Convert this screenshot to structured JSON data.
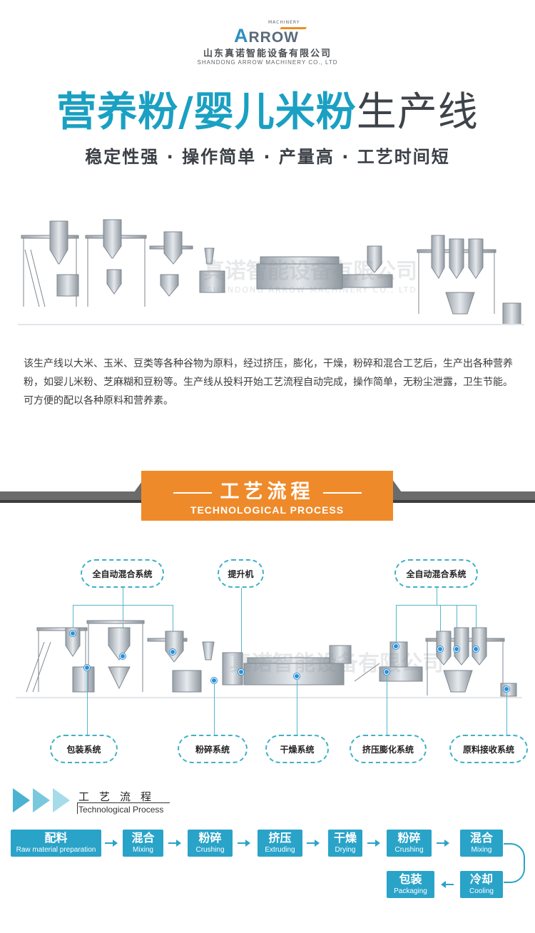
{
  "header": {
    "logo_small": "MACHINERY",
    "logo_brand_a": "A",
    "logo_brand_rest": "RROW",
    "company_cn": "山东真诺智能设备有限公司",
    "company_en": "SHANDONG ARROW MACHINERY CO., LTD",
    "title_highlight": "营养粉/婴儿米粉",
    "title_rest": "生产线",
    "subtitle": "稳定性强 · 操作简单 · 产量高 · 工艺时间短"
  },
  "watermark": {
    "text": "真诺智能设备有限公司",
    "en": "SHANDONG ARROW MACHINERY CO., LTD"
  },
  "description": "该生产线以大米、玉米、豆类等各种谷物为原料，经过挤压，膨化，干燥，粉碎和混合工艺后，生产出各种营养粉，如婴儿米粉、芝麻糊和豆粉等。生产线从投料开始工艺流程自动完成，操作简单，无粉尘泄露，卫生节能。可方便的配以各种原料和营养素。",
  "section_banner": {
    "cn": "工艺流程",
    "en": "TECHNOLOGICAL PROCESS"
  },
  "diagram_labels": {
    "top_left": "全自动混合系统",
    "top_mid": "提升机",
    "top_right": "全自动混合系统",
    "bottom_1": "包装系统",
    "bottom_2": "粉碎系统",
    "bottom_3": "干燥系统",
    "bottom_4": "挤压膨化系统",
    "bottom_5": "原料接收系统"
  },
  "flow": {
    "title_cn": "工艺流程",
    "title_en": "Technological Process",
    "steps": [
      {
        "cn": "配料",
        "en": "Raw material preparation"
      },
      {
        "cn": "混合",
        "en": "Mixing"
      },
      {
        "cn": "粉碎",
        "en": "Crushing"
      },
      {
        "cn": "挤压",
        "en": "Extruding"
      },
      {
        "cn": "干燥",
        "en": "Drying"
      },
      {
        "cn": "粉碎",
        "en": "Crushing"
      },
      {
        "cn": "混合",
        "en": "Mixing"
      },
      {
        "cn": "冷却",
        "en": "Cooling"
      },
      {
        "cn": "包装",
        "en": "Packaging"
      }
    ]
  },
  "colors": {
    "accent_blue": "#1aa0c2",
    "banner_orange": "#ef8a2a",
    "step_blue": "#2aa3c8"
  }
}
